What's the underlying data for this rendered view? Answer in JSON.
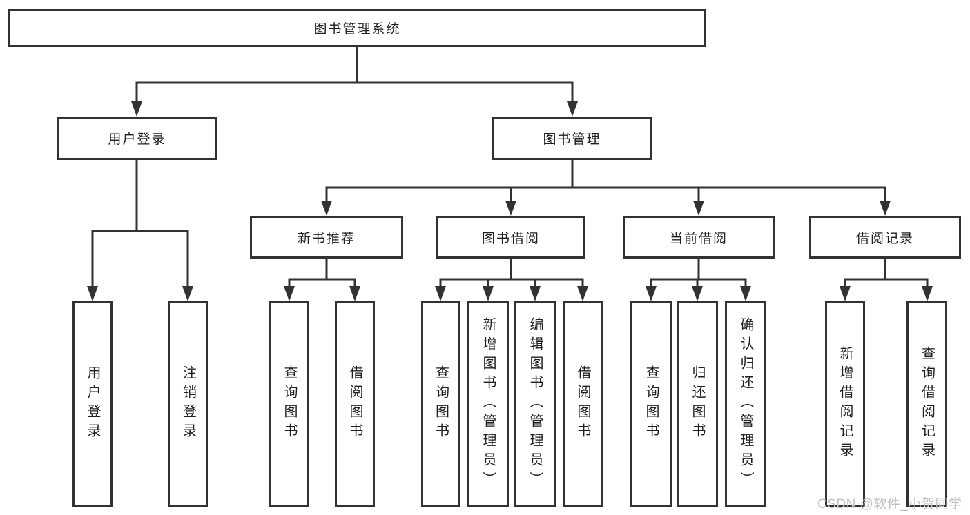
{
  "diagram": {
    "title": "图书管理系统",
    "branches": [
      "用户登录",
      "图书管理"
    ],
    "modules": [
      "新书推荐",
      "图书借阅",
      "当前借阅",
      "借阅记录"
    ],
    "leaves": {
      "user_login": [
        "用户登录",
        "注销登录"
      ],
      "new_book_recommend": [
        "查询图书",
        "借阅图书"
      ],
      "book_borrow": [
        "查询图书",
        "新增图书（管理员）",
        "编辑图书（管理员）",
        "借阅图书"
      ],
      "current_borrow": [
        "查询图书",
        "归还图书",
        "确认归还（管理员）"
      ],
      "borrow_records": [
        "新增借阅记录",
        "查询借阅记录"
      ]
    },
    "watermark": "CSDN @软件_小贺同学",
    "colors": {
      "line": "#323232",
      "text": "#1f1f1f",
      "background": "#ffffff",
      "watermark": "#c6c0c0"
    }
  }
}
